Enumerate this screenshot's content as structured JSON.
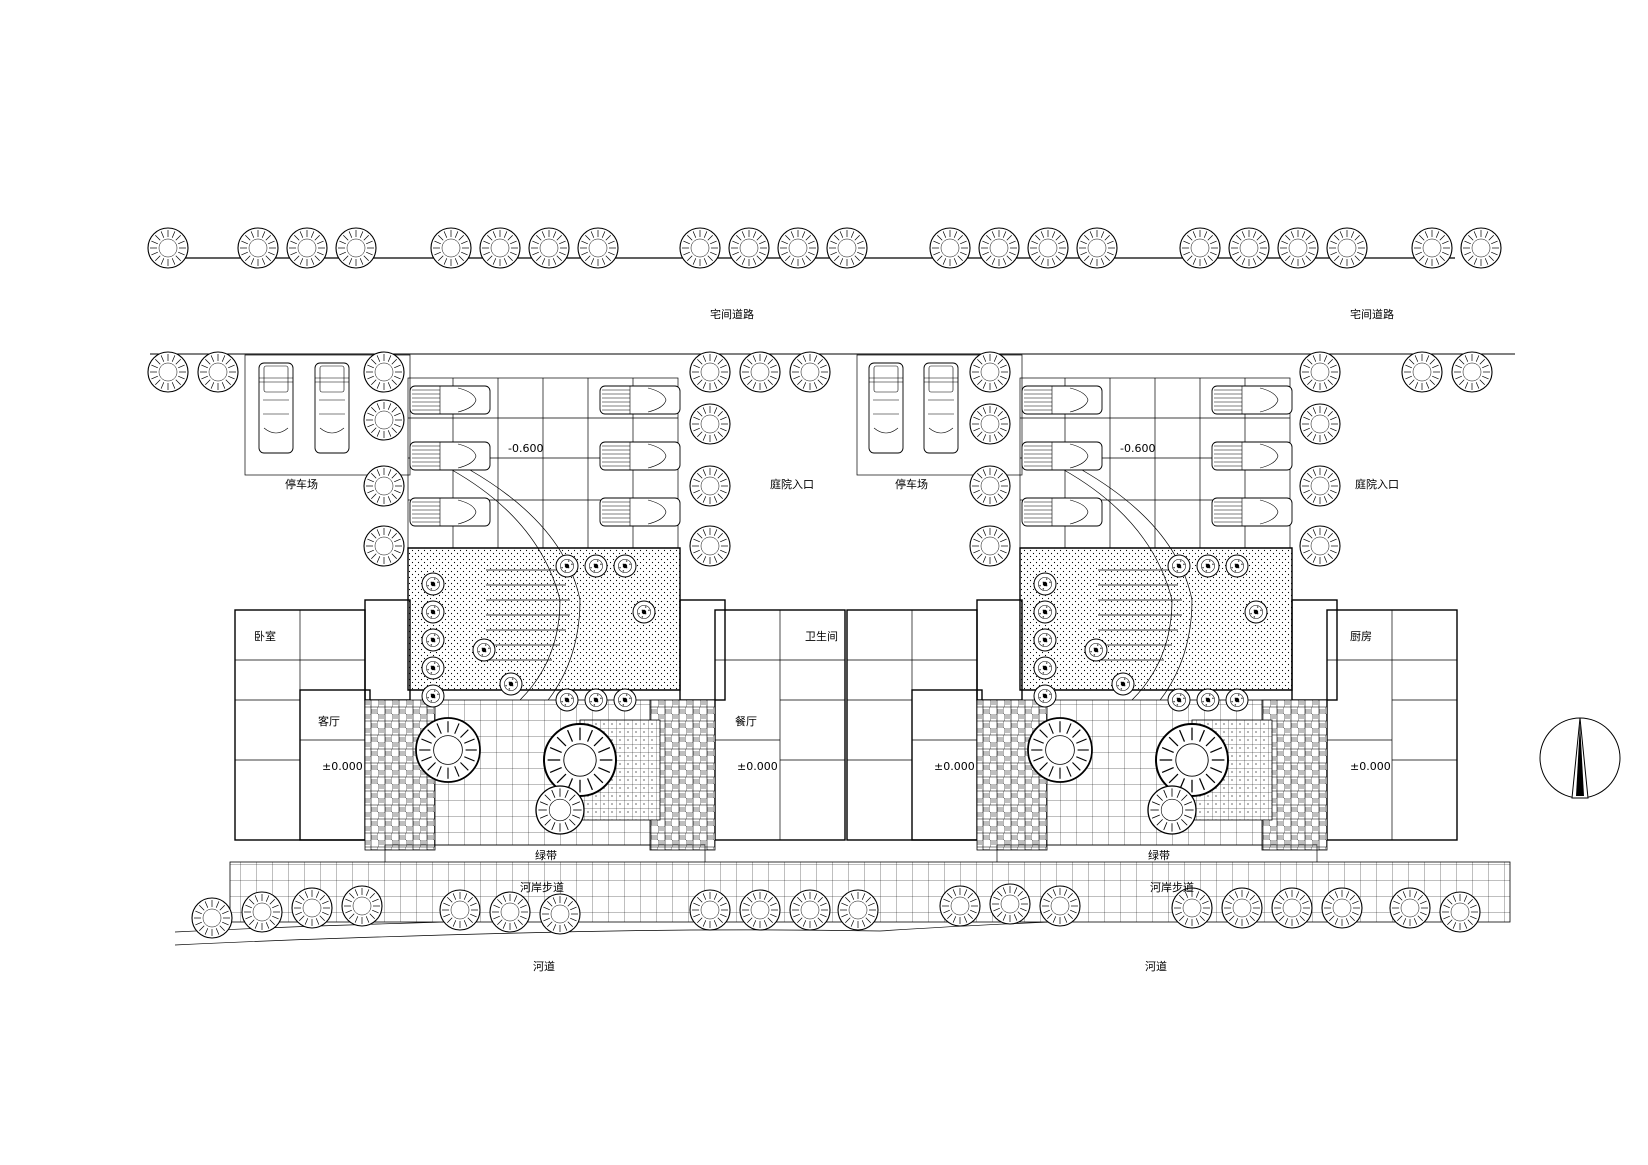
{
  "drawing": {
    "road_top_labels": [
      "宅间道路",
      "宅间道路"
    ],
    "garage_labels": [
      "停车场",
      "停车场"
    ],
    "courtyard_labels": [
      "庭院入口",
      "庭院入口"
    ],
    "level_marks_basement": [
      "-0.600",
      "-0.600"
    ],
    "level_marks_ground": [
      "±0.000",
      "±0.000",
      "±0.000",
      "±0.000"
    ],
    "room_labels": [
      "客厅",
      "餐厅",
      "卧室",
      "卫生间",
      "厨房"
    ],
    "walkway_labels": [
      "绿带",
      "绿带"
    ],
    "riverside_path_labels": [
      "河岸步道",
      "河岸步道"
    ],
    "river_labels": [
      "河道",
      "河道"
    ],
    "north_arrow": "north-arrow-icon"
  }
}
